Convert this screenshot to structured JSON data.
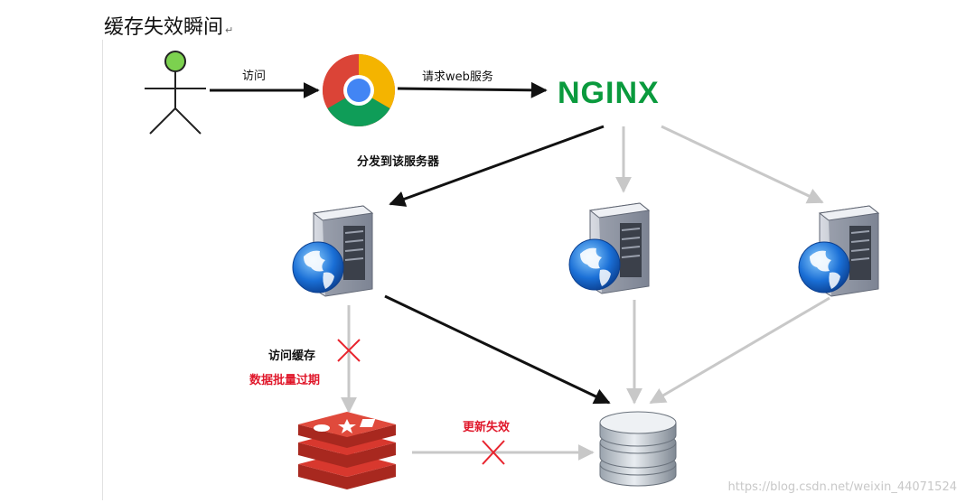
{
  "title": "缓存失效瞬间",
  "nginx_label": "NGINX",
  "labels": {
    "visit": "访问",
    "request_web": "请求web服务",
    "dispatch": "分发到该服务器",
    "visit_cache": "访问缓存",
    "batch_expire": "数据批量过期",
    "update_fail": "更新失效"
  },
  "watermark": "https://blog.csdn.net/weixin_44071524",
  "colors": {
    "arrow_active": "#111111",
    "arrow_inactive": "#c8c8c8",
    "fail_cross": "#e8242e",
    "red_text": "#e0182b",
    "nginx_green": "#0a9a3d",
    "redis_red": "#d8382e"
  }
}
